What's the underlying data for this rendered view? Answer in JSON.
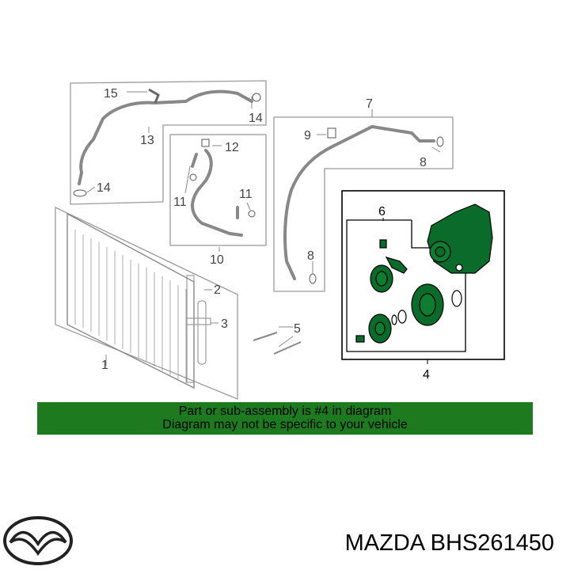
{
  "diagram": {
    "callouts": {
      "c1": "1",
      "c2": "2",
      "c3": "3",
      "c4": "4",
      "c5": "5",
      "c6": "6",
      "c7": "7",
      "c8a": "8",
      "c8b": "8",
      "c9": "9",
      "c10": "10",
      "c11a": "11",
      "c11b": "11",
      "c12": "12",
      "c13": "13",
      "c14a": "14",
      "c14b": "14",
      "c15": "15"
    },
    "highlight_color": "#0b6b2a"
  },
  "banner": {
    "line1": "Part or sub-assembly is #4 in diagram",
    "line2": "Diagram may not be specific to your vehicle",
    "color": "#1e7a1e"
  },
  "brand": {
    "logo_icon": "mazda-logo-icon",
    "text": "MAZDA BHS261450"
  }
}
